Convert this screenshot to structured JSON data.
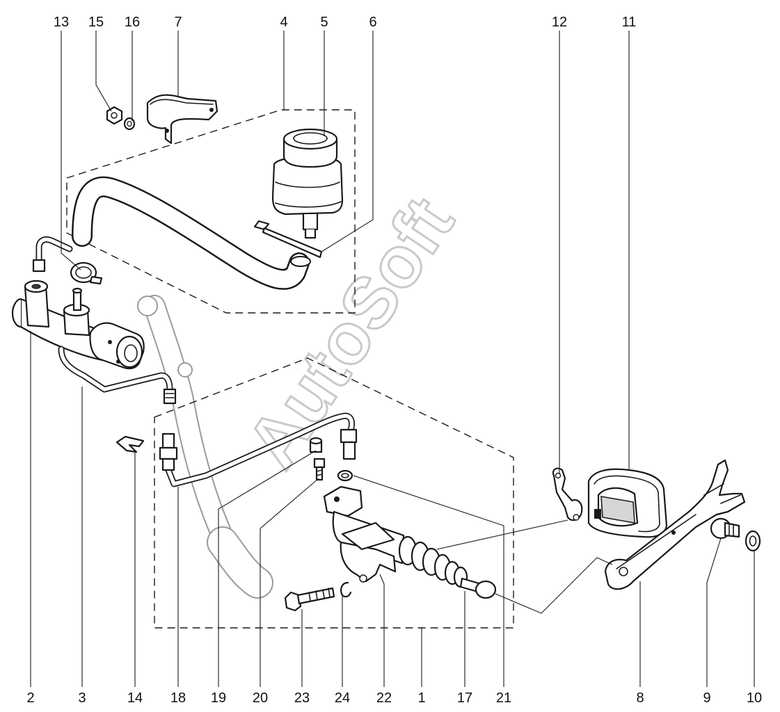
{
  "watermark": "AutoSoft",
  "callouts": {
    "c1": "1",
    "c2": "2",
    "c3": "3",
    "c4": "4",
    "c5": "5",
    "c6": "6",
    "c7": "7",
    "c8": "8",
    "c9": "9",
    "c10": "10",
    "c11": "11",
    "c12": "12",
    "c13": "13",
    "c14": "14",
    "c15": "15",
    "c16": "16",
    "c17": "17",
    "c18": "18",
    "c19": "19",
    "c20": "20",
    "c21": "21",
    "c22": "22",
    "c23": "23",
    "c24": "24"
  }
}
